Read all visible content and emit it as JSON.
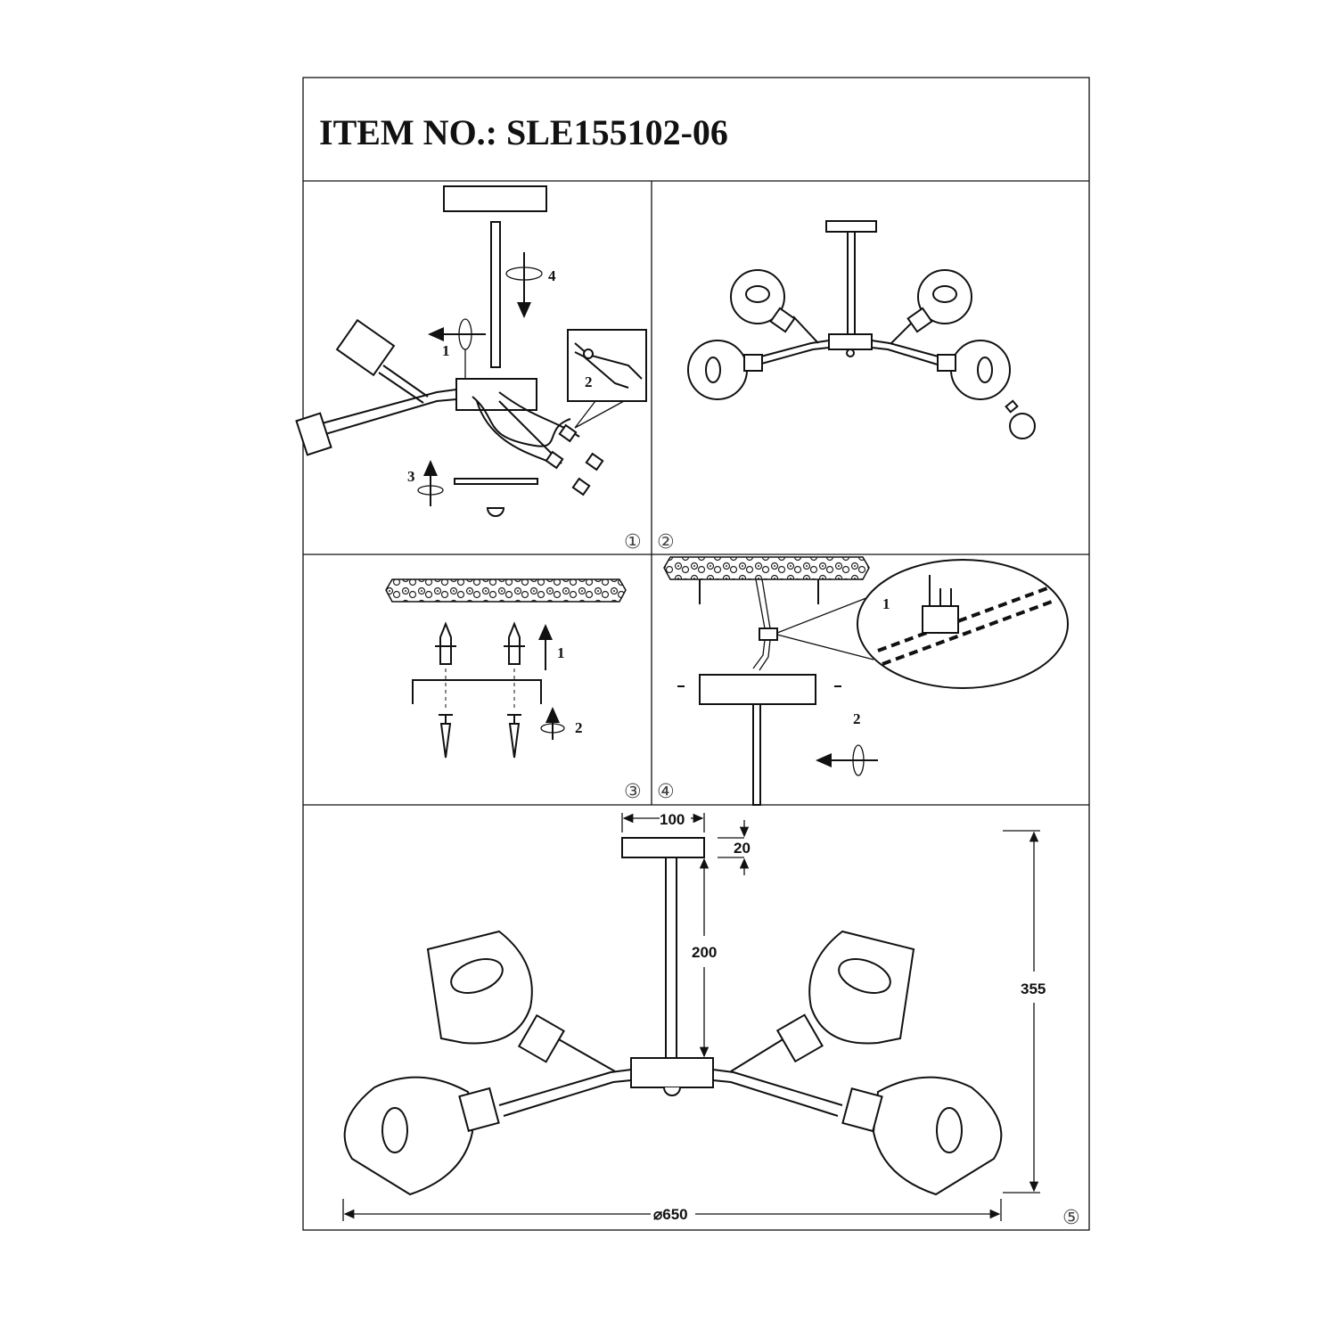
{
  "header": {
    "title": "ITEM NO.: SLE155102-06"
  },
  "panel1": {
    "step_number": "①",
    "labels": [
      "1",
      "2",
      "3",
      "4"
    ]
  },
  "panel2": {
    "step_number": "②"
  },
  "panel3": {
    "step_number": "③",
    "labels": [
      "1",
      "2"
    ]
  },
  "panel4": {
    "step_number": "④",
    "labels": [
      "1",
      "2"
    ]
  },
  "panel5": {
    "step_number": "⑤",
    "dimensions": {
      "canopy_width": "100",
      "canopy_height": "20",
      "rod_length": "200",
      "total_height": "355",
      "diameter": "⌀650"
    }
  }
}
